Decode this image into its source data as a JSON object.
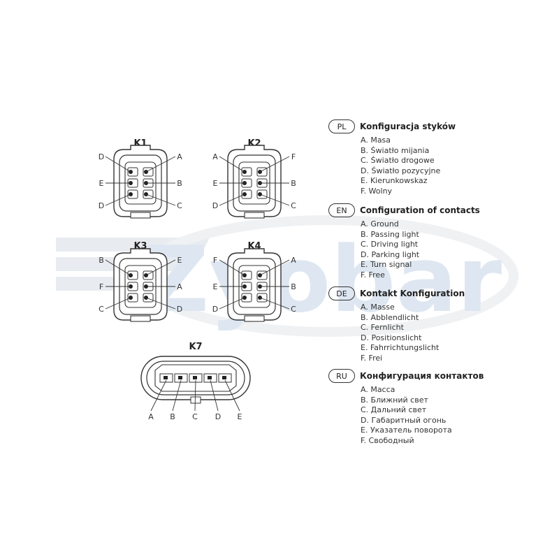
{
  "watermark": {
    "text": "Zyobar"
  },
  "connectors": [
    {
      "id": "k1",
      "title": "K1",
      "pins": {
        "left": [
          "D",
          "E",
          "D"
        ],
        "right": [
          "A",
          "B",
          "C"
        ]
      }
    },
    {
      "id": "k2",
      "title": "K2",
      "pins": {
        "left": [
          "A",
          "E",
          "D"
        ],
        "right": [
          "F",
          "B",
          "C"
        ]
      }
    },
    {
      "id": "k3",
      "title": "K3",
      "pins": {
        "left": [
          "B",
          "F",
          "C"
        ],
        "right": [
          "E",
          "A",
          "D"
        ]
      }
    },
    {
      "id": "k4",
      "title": "K4",
      "pins": {
        "left": [
          "F",
          "E",
          "D"
        ],
        "right": [
          "A",
          "B",
          "C"
        ]
      }
    }
  ],
  "k7": {
    "title": "K7",
    "pins": [
      "A",
      "B",
      "C",
      "D",
      "E"
    ]
  },
  "legend": [
    {
      "code": "PL",
      "title": "Konfiguracja styków",
      "items": [
        "A. Masa",
        "B. Światło mijania",
        "C. Światło drogowe",
        "D. Światło pozycyjne",
        "E. Kierunkowskaz",
        "F. Wolny"
      ]
    },
    {
      "code": "EN",
      "title": "Configuration of contacts",
      "items": [
        "A. Ground",
        "B. Passing light",
        "C. Driving light",
        "D. Parking light",
        "E. Turn signal",
        "F. Free"
      ]
    },
    {
      "code": "DE",
      "title": "Kontakt Konfiguration",
      "items": [
        "A. Masse",
        "B. Abblendlicht",
        "C. Fernlicht",
        "D. Positionslicht",
        "E. Fahrrichtungslicht",
        "F. Frei"
      ]
    },
    {
      "code": "RU",
      "title": "Конфигурация контактов",
      "items": [
        "A. Масса",
        "B. Ближний свет",
        "C. Дальний свет",
        "D. Габаритный огонь",
        "E. Указатель поворота",
        "F. Свободный"
      ]
    }
  ]
}
